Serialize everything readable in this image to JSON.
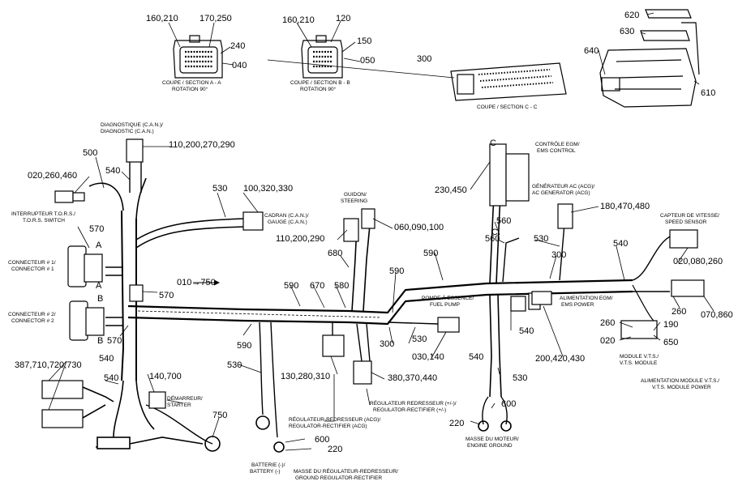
{
  "callouts": {
    "c160_210a": "160,210",
    "c170_250": "170,250",
    "c240": "240",
    "c040": "040",
    "c160_210b": "160,210",
    "c120": "120",
    "c150": "150",
    "c050": "050",
    "c300a": "300",
    "c620": "620",
    "c630": "630",
    "c640": "640",
    "c610": "610",
    "c500": "500",
    "c110_200_270_290": "110,200,270,290",
    "c020_260_460": "020,260,460",
    "c540a": "540",
    "c530a": "530",
    "c100_320_330": "100,320,330",
    "c230_450": "230,450",
    "c560a": "560",
    "c180_470_480": "180,470,480",
    "c570a": "570",
    "c570b": "570",
    "c570c": "570",
    "c110_200_290": "110,200,290",
    "c060_090_100": "060,090,100",
    "c560b": "560",
    "c530b": "530",
    "c540b": "540",
    "c300b": "300",
    "c020_080_260": "020,080,260",
    "c680": "680",
    "c590a": "590",
    "c590b": "590",
    "c010_750": "010→750",
    "c590c": "590",
    "c670": "670",
    "c580": "580",
    "c260a": "260",
    "c070_860": "070,860",
    "c260b": "260",
    "c190": "190",
    "c020b": "020",
    "c650": "650",
    "c540c": "540",
    "c590d": "590",
    "c530c": "530",
    "c300c": "300",
    "c030_140": "030,140",
    "c540d": "540",
    "c200_420_430": "200,420,430",
    "c387": "387,710,720,730",
    "c540e": "540",
    "c540f": "540",
    "c140_700": "140,700",
    "c530d": "530",
    "c130_280_310": "130,280,310",
    "c380_370_440": "380,370,440",
    "c530e": "530",
    "c600a": "600",
    "c220a": "220",
    "c750": "750",
    "c600b": "600",
    "c220b": "220"
  },
  "labels": {
    "section_a": [
      "COUPE / SECTION A - A",
      "ROTATION 90°"
    ],
    "section_b": [
      "COUPE / SECTION B - B",
      "ROTATION 90°"
    ],
    "section_c": [
      "COUPE / SECTION C - C"
    ],
    "diagnostic": [
      "DIAGNOSTIQUE (C.A.N.)/",
      "DIAGNOSTIC (C.A.N.)"
    ],
    "tors_switch": [
      "INTERRUPTEUR T.O.R.S./",
      "T.O.R.S. SWITCH"
    ],
    "connector1": [
      "CONNECTEUR # 1/",
      "CONNECTOR # 1"
    ],
    "connector2": [
      "CONNECTEUR # 2/",
      "CONNECTOR # 2"
    ],
    "gauge": [
      "CADRAN (C.A.N.)/",
      "GAUGE (C.A.N.)"
    ],
    "steering": [
      "GUIDON/",
      "STEERING"
    ],
    "ems_control": [
      "CONTRÔLE EGM/",
      "EMS CONTROL"
    ],
    "ac_generator": [
      "GÉNÉRATEUR AC (ACG)/",
      "AC GENERATOR (ACG)"
    ],
    "speed_sensor": [
      "CAPTEUR DE VITESSE/",
      "SPEED SENSOR"
    ],
    "fuel_pump": [
      "POMPE À ESSENCE/",
      "FUEL PUMP"
    ],
    "ems_power": [
      "ALIMENTATION EGM/",
      "EMS POWER"
    ],
    "vts_module": [
      "MODULE V.T.S./",
      "V.T.S. MODULE"
    ],
    "vts_module_power": [
      "ALIMENTATION MODULE V.T.S./",
      "V.T.S. MODULE POWER"
    ],
    "starter": [
      "DÉMARREUR/",
      "STARTER"
    ],
    "reg_rectifier_plus": [
      "RÉGULATEUR REDRESSEUR (+/-)/",
      "REGULATOR-RECTIFIER (+/-)"
    ],
    "reg_rectifier_acg": [
      "RÉGULATEUR-REDRESSEUR (ACG)/",
      "REGULATOR-RECTIFIER (ACG)"
    ],
    "engine_ground": [
      "MASSE DU MOTEUR/",
      "ENGINE GROUND"
    ],
    "battery": [
      "BATTERIE (-)/",
      "BATTERY (-)"
    ],
    "ground_reg": [
      "MASSE DU RÉGULATEUR-REDRESSEUR/",
      "GROUND REGULATOR-RECTIFIER"
    ]
  },
  "section_marks": {
    "a1": "A",
    "a2": "A",
    "b1": "B",
    "b2": "B",
    "c1": "C",
    "c2": "C"
  }
}
